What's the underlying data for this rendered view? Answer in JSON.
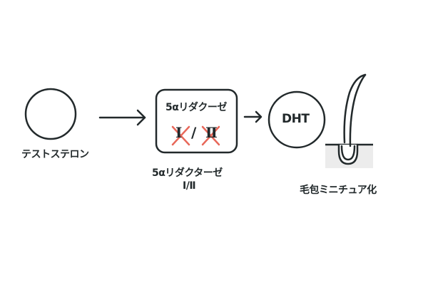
{
  "diagram": {
    "nodes": {
      "testosterone": {
        "label": "テストステロン",
        "shape": "circle"
      },
      "enzyme_box": {
        "title": "5αリダクーゼ",
        "types": [
          "Ⅰ",
          "Ⅱ"
        ],
        "separator": "/",
        "blocked_mark": "✕",
        "blocked_color": "#e8685a"
      },
      "enzyme_label": {
        "line1": "5αリダクターゼ",
        "line2": "Ⅰ/Ⅱ"
      },
      "dht": {
        "label": "DHT",
        "shape": "circle"
      },
      "follicle": {
        "label": "毛包ミニチュア化"
      }
    },
    "edges": [
      {
        "from": "testosterone",
        "to": "enzyme_box",
        "type": "arrow"
      },
      {
        "from": "enzyme_box",
        "to": "dht",
        "type": "arrow"
      }
    ],
    "colors": {
      "stroke": "#22292b",
      "background": "#ffffff",
      "skin": "#ececec"
    }
  }
}
